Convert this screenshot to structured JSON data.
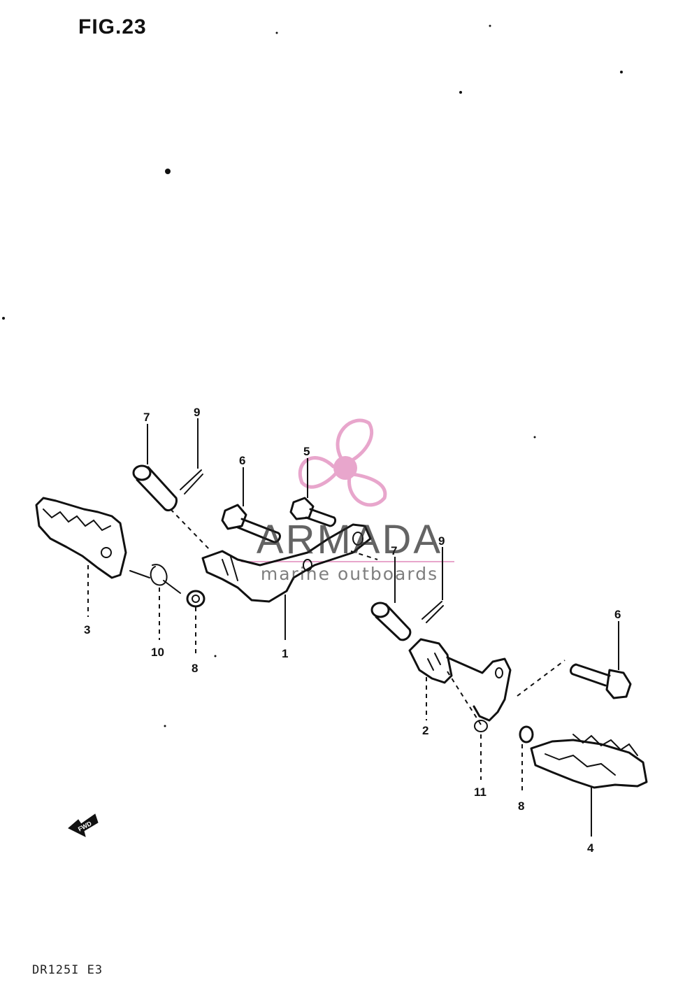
{
  "figure": {
    "title": "FIG.23",
    "model_code": "DR125I E3"
  },
  "watermark": {
    "brand": "ARMADA",
    "tagline": "marine outboards",
    "accent_color": "#e8a6cc"
  },
  "callouts": [
    "7",
    "9",
    "6",
    "5",
    "9",
    "7",
    "6",
    "3",
    "10",
    "8",
    "1",
    "2",
    "11",
    "8",
    "4"
  ],
  "fwd_label": "FWD"
}
